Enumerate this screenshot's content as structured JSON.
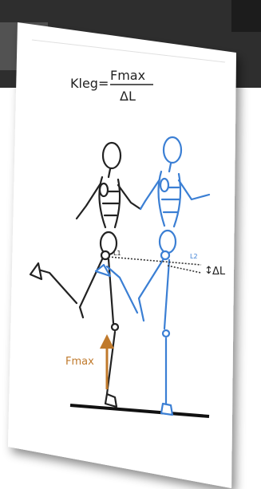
{
  "formula": {
    "lhs": "Kleg=",
    "numerator": "Fmax",
    "denominator": "ΔL"
  },
  "labels": {
    "l1": "L1",
    "l2": "L2",
    "delta_l": "ΔL",
    "delta_arrow": "↕",
    "force": "Fmax"
  },
  "colors": {
    "black_figure": "#222222",
    "blue_figure": "#3b7fd4",
    "force_arrow": "#c07a2c",
    "ground": "#111111"
  },
  "icons": {
    "runner_black": "stick-runner-black",
    "runner_blue": "stick-runner-blue",
    "force_arrow": "arrow-up",
    "delta_indicator": "double-arrow-vertical"
  }
}
